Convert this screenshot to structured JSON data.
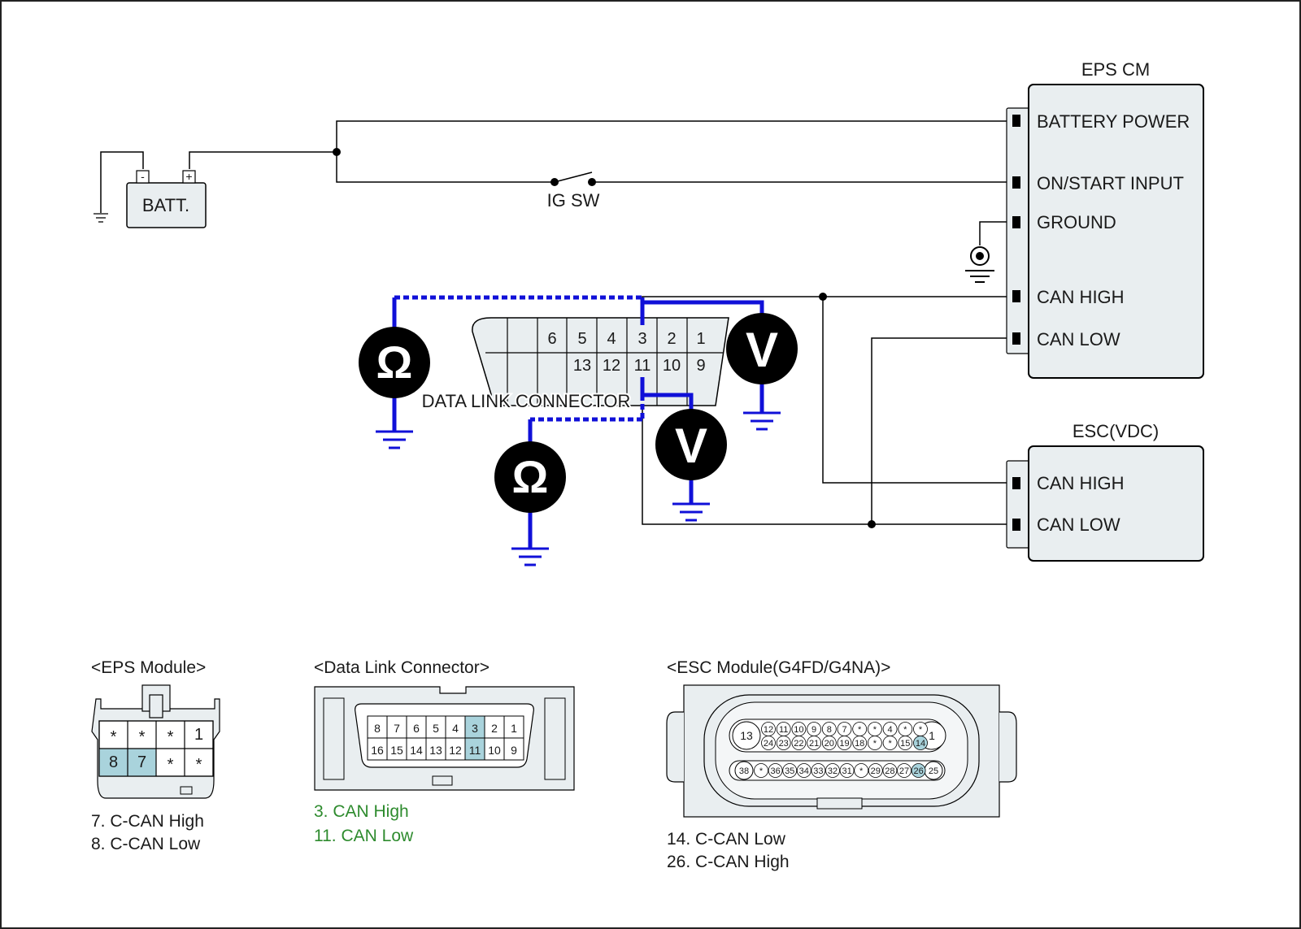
{
  "colors": {
    "box_fill": "#e9eef0",
    "pin_highlight": "#a9d3dc",
    "meter_wire": "#1010d8",
    "wire": "#000000",
    "caption_green": "#2e8b2e"
  },
  "components": {
    "battery": {
      "label": "BATT.",
      "minus": "-",
      "plus": "+"
    },
    "ignition_switch": {
      "label": "IG SW"
    },
    "eps_cm": {
      "title": "EPS CM",
      "pins": [
        "BATTERY POWER",
        "ON/START INPUT",
        "GROUND",
        "CAN HIGH",
        "CAN LOW"
      ]
    },
    "esc": {
      "title": "ESC(VDC)",
      "pins": [
        "CAN HIGH",
        "CAN LOW"
      ]
    },
    "dlc": {
      "label": "DATA LINK CONNECTOR",
      "top_pins": [
        "6",
        "5",
        "4",
        "3",
        "2",
        "1"
      ],
      "bottom_pins": [
        "13",
        "12",
        "11",
        "10",
        "9"
      ]
    },
    "meters": {
      "ohm_symbol": "Ω",
      "volt_symbol": "V",
      "icons": [
        "ohmmeter-icon",
        "voltmeter-icon",
        "ground-icon",
        "chassis-ground-icon",
        "switch-icon"
      ]
    }
  },
  "connector_views": {
    "eps_module": {
      "title": "<EPS Module>",
      "top_row": [
        "*",
        "*",
        "*",
        "1"
      ],
      "bottom_row": [
        "8",
        "7",
        "*",
        "*"
      ],
      "highlighted": [
        "8",
        "7"
      ],
      "captions": [
        "7. C-CAN High",
        "8. C-CAN Low"
      ]
    },
    "data_link_connector": {
      "title": "<Data Link Connector>",
      "top_row": [
        "8",
        "7",
        "6",
        "5",
        "4",
        "3",
        "2",
        "1"
      ],
      "bottom_row": [
        "16",
        "15",
        "14",
        "13",
        "12",
        "11",
        "10",
        "9"
      ],
      "highlighted": [
        "3",
        "11"
      ],
      "captions": [
        "3. CAN High",
        "11. CAN Low"
      ]
    },
    "esc_module": {
      "title": "<ESC Module(G4FD/G4NA)>",
      "big_top_left": "13",
      "big_top_right": "1",
      "top_row_a": [
        "12",
        "11",
        "10",
        "9",
        "8",
        "7",
        "*",
        "*",
        "4",
        "*",
        "*"
      ],
      "top_row_b": [
        "24",
        "23",
        "22",
        "21",
        "20",
        "19",
        "18",
        "*",
        "*",
        "15",
        "14"
      ],
      "big_bottom_left": "38",
      "big_bottom_right": "25",
      "bottom_row": [
        "*",
        "36",
        "35",
        "34",
        "33",
        "32",
        "31",
        "*",
        "29",
        "28",
        "27",
        "26"
      ],
      "highlighted": [
        "14",
        "26"
      ],
      "captions": [
        "14. C-CAN Low",
        "26. C-CAN High"
      ]
    }
  }
}
